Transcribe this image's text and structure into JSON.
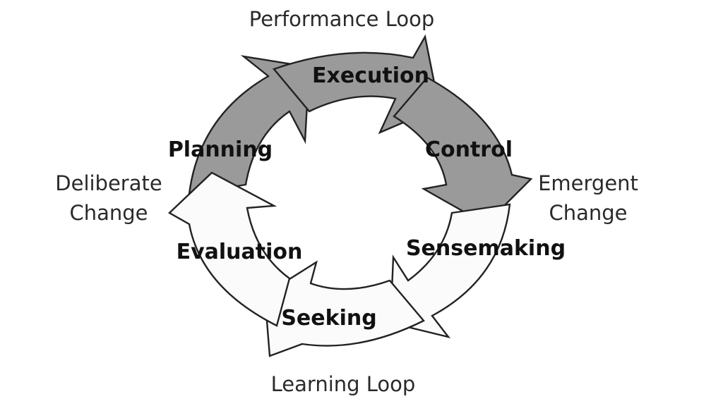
{
  "loops": {
    "performance": "Performance Loop",
    "learning": "Learning Loop"
  },
  "change": {
    "deliberate": [
      "Deliberate",
      "Change"
    ],
    "emergent": [
      "Emergent",
      "Change"
    ]
  },
  "stages": {
    "planning": "Planning",
    "execution": "Execution",
    "control": "Control",
    "sensemaking": "Sensemaking",
    "seeking": "Seeking",
    "evaluation": "Evaluation"
  },
  "colors": {
    "performance_fill": "#9a9a9a",
    "learning_fill": "#fbfbfb",
    "outline": "#222222"
  }
}
